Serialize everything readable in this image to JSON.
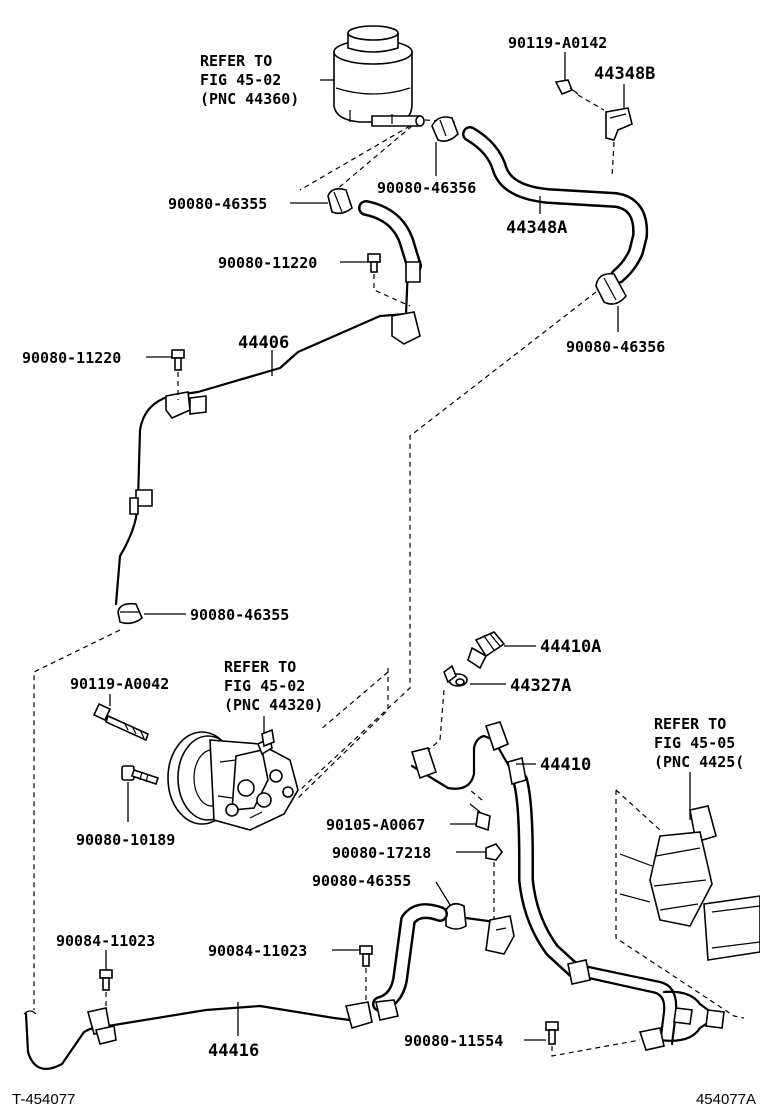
{
  "diagram": {
    "refer_reservoir": [
      "REFER TO",
      "FIG 45-02",
      "(PNC 44360)"
    ],
    "refer_pump": [
      "REFER TO",
      "FIG 45-02",
      "(PNC 44320)"
    ],
    "refer_gear": [
      "REFER TO",
      "FIG 45-05",
      "(PNC 4425("
    ],
    "labels": {
      "clip_90119_a0142": "90119-A0142",
      "bracket_44348b": "44348B",
      "clamp_46356_top": "90080-46356",
      "hose_44348a": "44348A",
      "clamp_46355_top": "90080-46355",
      "bolt_11220_upper": "90080-11220",
      "tube_44406": "44406",
      "bolt_11220_left": "90080-11220",
      "clamp_46356_right": "90080-46356",
      "clamp_46355_mid": "90080-46355",
      "union_44410a": "44410A",
      "gasket_44327a": "44327A",
      "bolt_90119_a0042": "90119-A0042",
      "tube_44410": "44410",
      "bolt_90105_a0067": "90105-A0067",
      "bolt_10189": "90080-10189",
      "nut_17218": "90080-17218",
      "clamp_46355_low": "90080-46355",
      "bolt_90084_left": "90084-11023",
      "bolt_90084_mid": "90084-11023",
      "tube_44416": "44416",
      "bolt_11554": "90080-11554"
    },
    "footer_left": "T-454077",
    "footer_right": "454077A"
  }
}
